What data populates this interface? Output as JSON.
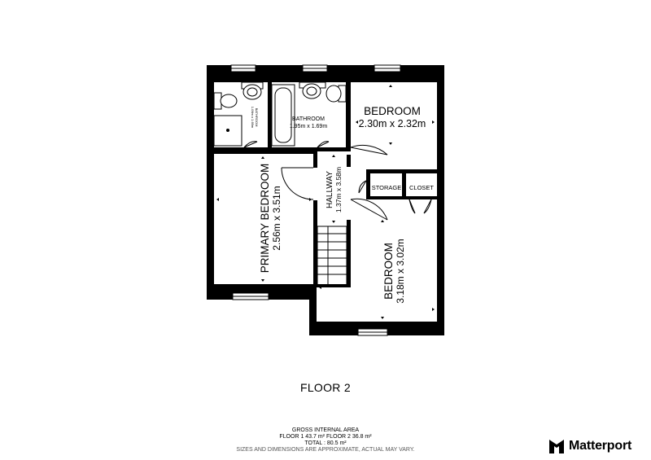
{
  "rooms": {
    "bedroom_top": {
      "name": "BEDROOM",
      "dims": "2.30m x 2.32m"
    },
    "bathroom_main": {
      "name": "BATHROOM",
      "dims": "1.95m x 1.69m"
    },
    "bathroom_small": {
      "name": "BATHROOM",
      "dims": "1.06m x 1.69m"
    },
    "primary_bedroom": {
      "name": "PRIMARY BEDROOM",
      "dims": "2.56m x 3.51m"
    },
    "hallway": {
      "name": "HALLWAY",
      "dims": "1.37m x 3.58m"
    },
    "storage": {
      "name": "STORAGE"
    },
    "closet": {
      "name": "CLOSET"
    },
    "bedroom_bottom": {
      "name": "BEDROOM",
      "dims": "3.18m x 3.02m"
    }
  },
  "floor_title": "FLOOR 2",
  "area": {
    "heading": "GROSS INTERNAL AREA",
    "floors": "FLOOR 1 43.7 m²   FLOOR 2 36.8 m²",
    "total": "TOTAL :  80.5 m²",
    "disclaimer": "SIZES AND DIMENSIONS ARE APPROXIMATE, ACTUAL MAY VARY."
  },
  "brand": {
    "name": "Matterport",
    "icon": "matterport-logo-icon"
  }
}
